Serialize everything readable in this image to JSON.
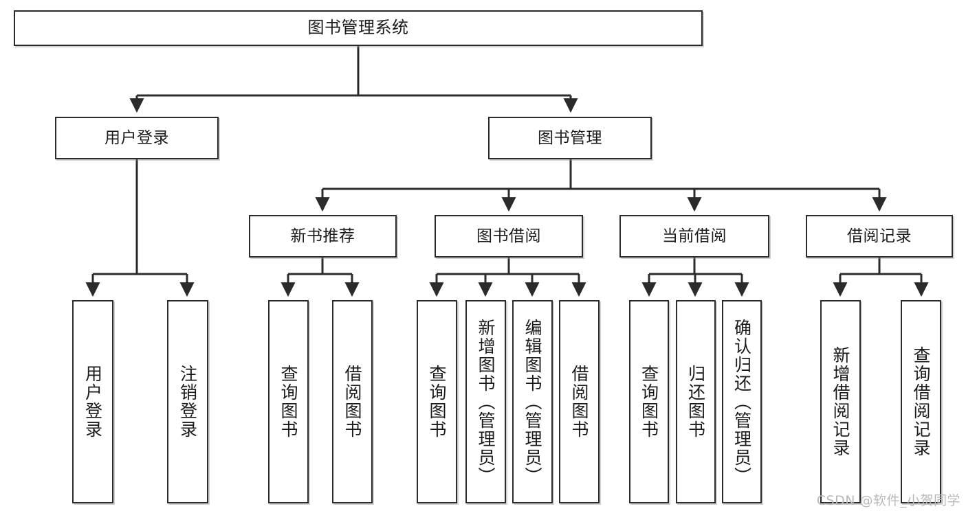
{
  "diagram": {
    "title": "图书管理系统",
    "type": "tree-hierarchy",
    "levels": 4,
    "colors": {
      "box_border": "#2b2b2b",
      "box_fill": "#ffffff",
      "line": "#2b2b2b",
      "text": "#1b1b1b",
      "watermark": "#b9b9b9"
    },
    "nodes": {
      "root": {
        "label": "图书管理系统"
      },
      "level2": [
        {
          "label": "用户登录"
        },
        {
          "label": "图书管理"
        }
      ],
      "level3": [
        {
          "label": "新书推荐"
        },
        {
          "label": "图书借阅"
        },
        {
          "label": "当前借阅"
        },
        {
          "label": "借阅记录"
        }
      ],
      "leaves_user_login": [
        {
          "label": "用户登录"
        },
        {
          "label": "注销登录"
        }
      ],
      "leaves_new_books": [
        {
          "label": "查询图书"
        },
        {
          "label": "借阅图书"
        }
      ],
      "leaves_borrow": [
        {
          "label": "查询图书"
        },
        {
          "label": "新增图书（管理员）"
        },
        {
          "label": "编辑图书（管理员）"
        },
        {
          "label": "借阅图书"
        }
      ],
      "leaves_current": [
        {
          "label": "查询图书"
        },
        {
          "label": "归还图书"
        },
        {
          "label": "确认归还（管理员）"
        }
      ],
      "leaves_records": [
        {
          "label": "新增借阅记录"
        },
        {
          "label": "查询借阅记录"
        }
      ]
    },
    "watermark": "CSDN @软件_小贺同学"
  }
}
